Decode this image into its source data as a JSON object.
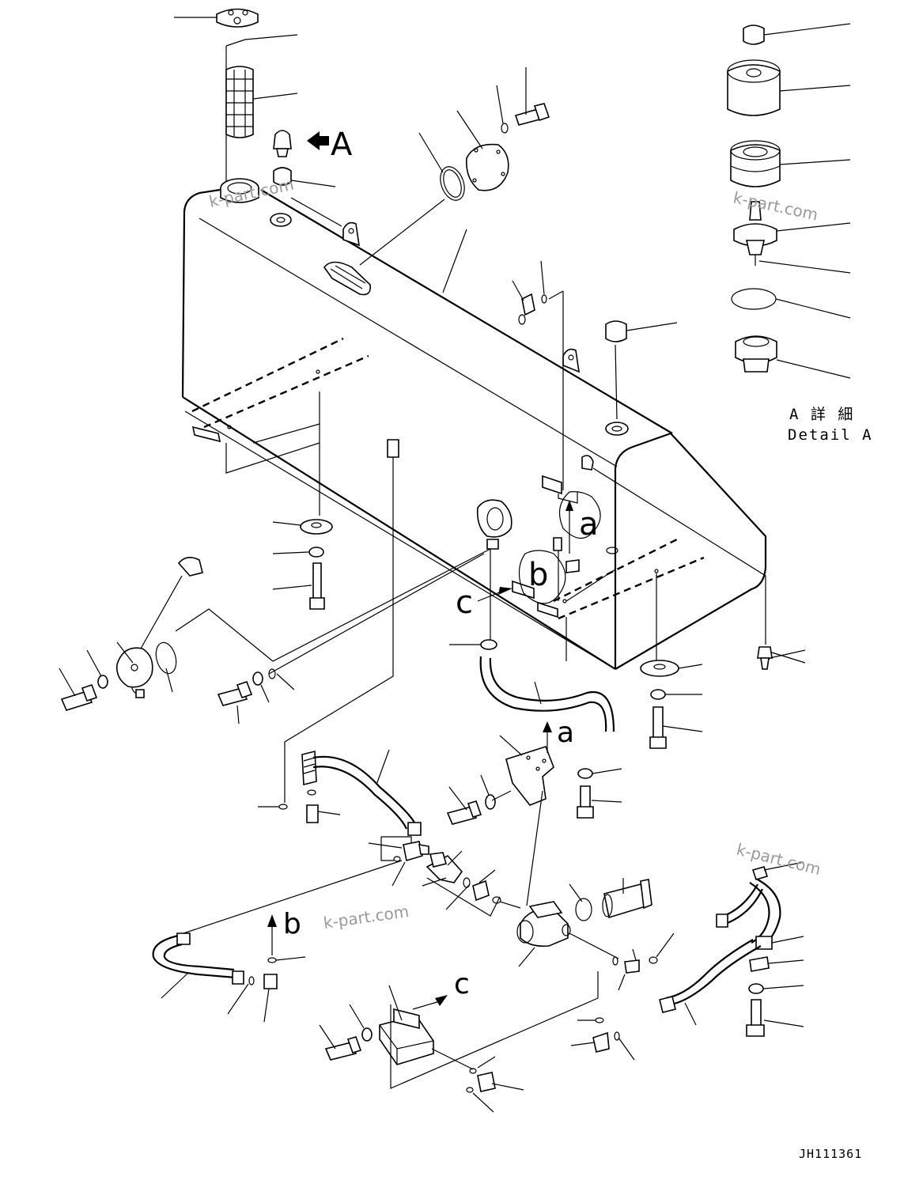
{
  "labels": {
    "arrow_A": "A",
    "ref_a_tank": "a",
    "ref_b_tank": "b",
    "ref_c_tank": "c",
    "ref_a_bracket": "a",
    "ref_b_hose": "b",
    "ref_c_block": "c"
  },
  "detail": {
    "japanese": "A 詳 細",
    "english": "Detail A"
  },
  "drawing_number": "JH111361",
  "watermarks": [
    "k-part.com",
    "k-part.com",
    "k-part.com",
    "k-part.com"
  ]
}
